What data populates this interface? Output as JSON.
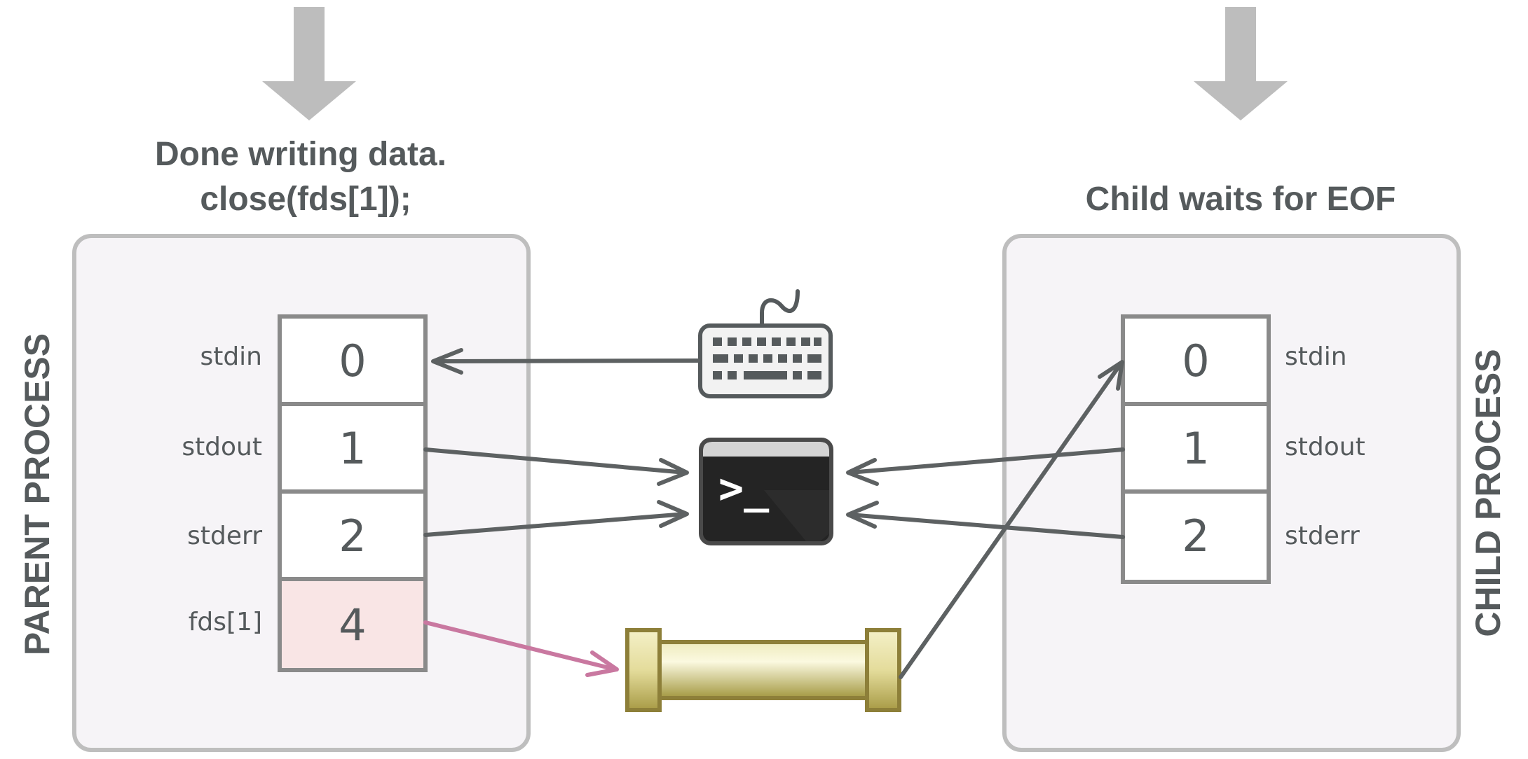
{
  "parent": {
    "title_line1": "Done writing data.",
    "title_line2": "close(fds[1]);",
    "side_label": "PARENT PROCESS",
    "fds": [
      {
        "label": "stdin",
        "num": "0"
      },
      {
        "label": "stdout",
        "num": "1"
      },
      {
        "label": "stderr",
        "num": "2"
      },
      {
        "label": "fds[1]",
        "num": "4"
      }
    ]
  },
  "child": {
    "title": "Child waits for EOF",
    "side_label": "CHILD PROCESS",
    "fds": [
      {
        "label": "stdin",
        "num": "0"
      },
      {
        "label": "stdout",
        "num": "1"
      },
      {
        "label": "stderr",
        "num": "2"
      }
    ]
  },
  "terminal": {
    "prompt": ">_"
  },
  "icons": {
    "keyboard": "keyboard-icon",
    "terminal": "terminal-icon",
    "pipe": "pipe-icon",
    "down_arrow": "down-arrow-icon"
  },
  "colors": {
    "box_bg": "#f6f4f7",
    "box_border": "#bebebe",
    "arrow": "#5d6162",
    "highlight_fd": "#f9e5e5",
    "pipe_arrow": "#c978a0",
    "pipe": "#d8cf8a",
    "pipe_border": "#8d7f39",
    "down_arrow": "#bdbdbd"
  }
}
